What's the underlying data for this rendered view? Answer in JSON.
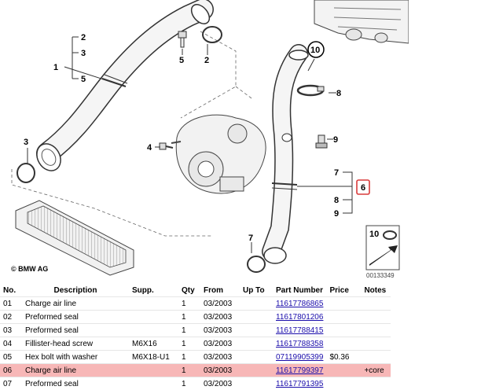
{
  "diagram": {
    "copyright": "© BMW AG",
    "image_number": "00133349",
    "callouts": [
      "1",
      "2",
      "3",
      "5",
      "5",
      "2",
      "3",
      "4",
      "10",
      "8",
      "9",
      "7",
      "6",
      "8",
      "9",
      "7",
      "10"
    ]
  },
  "table": {
    "headers": {
      "no": "No.",
      "description": "Description",
      "supp": "Supp.",
      "qty": "Qty",
      "from": "From",
      "upto": "Up To",
      "part_number": "Part Number",
      "price": "Price",
      "notes": "Notes"
    },
    "rows": [
      {
        "no": "01",
        "description": "Charge air line",
        "supp": "",
        "qty": "1",
        "from": "03/2003",
        "upto": "",
        "part_number": "11617786865",
        "price": "",
        "notes": ""
      },
      {
        "no": "02",
        "description": "Preformed seal",
        "supp": "",
        "qty": "1",
        "from": "03/2003",
        "upto": "",
        "part_number": "11617801206",
        "price": "",
        "notes": ""
      },
      {
        "no": "03",
        "description": "Preformed seal",
        "supp": "",
        "qty": "1",
        "from": "03/2003",
        "upto": "",
        "part_number": "11617788415",
        "price": "",
        "notes": ""
      },
      {
        "no": "04",
        "description": "Fillister-head screw",
        "supp": "M6X16",
        "qty": "1",
        "from": "03/2003",
        "upto": "",
        "part_number": "11617788358",
        "price": "",
        "notes": ""
      },
      {
        "no": "05",
        "description": "Hex bolt with washer",
        "supp": "M6X18-U1",
        "qty": "1",
        "from": "03/2003",
        "upto": "",
        "part_number": "07119905399",
        "price": "$0.36",
        "notes": ""
      },
      {
        "no": "06",
        "description": "Charge air line",
        "supp": "",
        "qty": "1",
        "from": "03/2003",
        "upto": "",
        "part_number": "11617799397",
        "price": "",
        "notes": "+core"
      },
      {
        "no": "07",
        "description": "Preformed seal",
        "supp": "",
        "qty": "1",
        "from": "03/2003",
        "upto": "",
        "part_number": "11617791395",
        "price": "",
        "notes": ""
      }
    ],
    "highlight_color": "#f7b7b7",
    "link_color": "#1a0dab"
  }
}
